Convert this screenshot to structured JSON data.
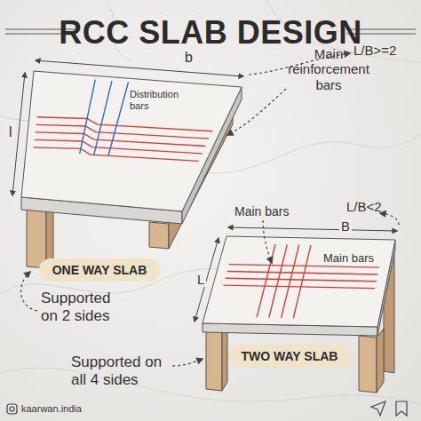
{
  "diagram": {
    "title": "RCC SLAB DESIGN",
    "nodes": [
      {
        "text": [
          "ONE WAY SLAB"
        ]
      },
      {
        "text": [
          "TWO WAY SLAB"
        ]
      }
    ],
    "labels": [
      "b",
      "l",
      "Distribution bars",
      "L/B>=2",
      "Main reinforcement bars",
      "L/B<2",
      "Main bars",
      "B",
      "L",
      "Main bars",
      "Supported on 2 sides",
      "Supported on all 4 sides",
      "kaarwan.india"
    ]
  }
}
